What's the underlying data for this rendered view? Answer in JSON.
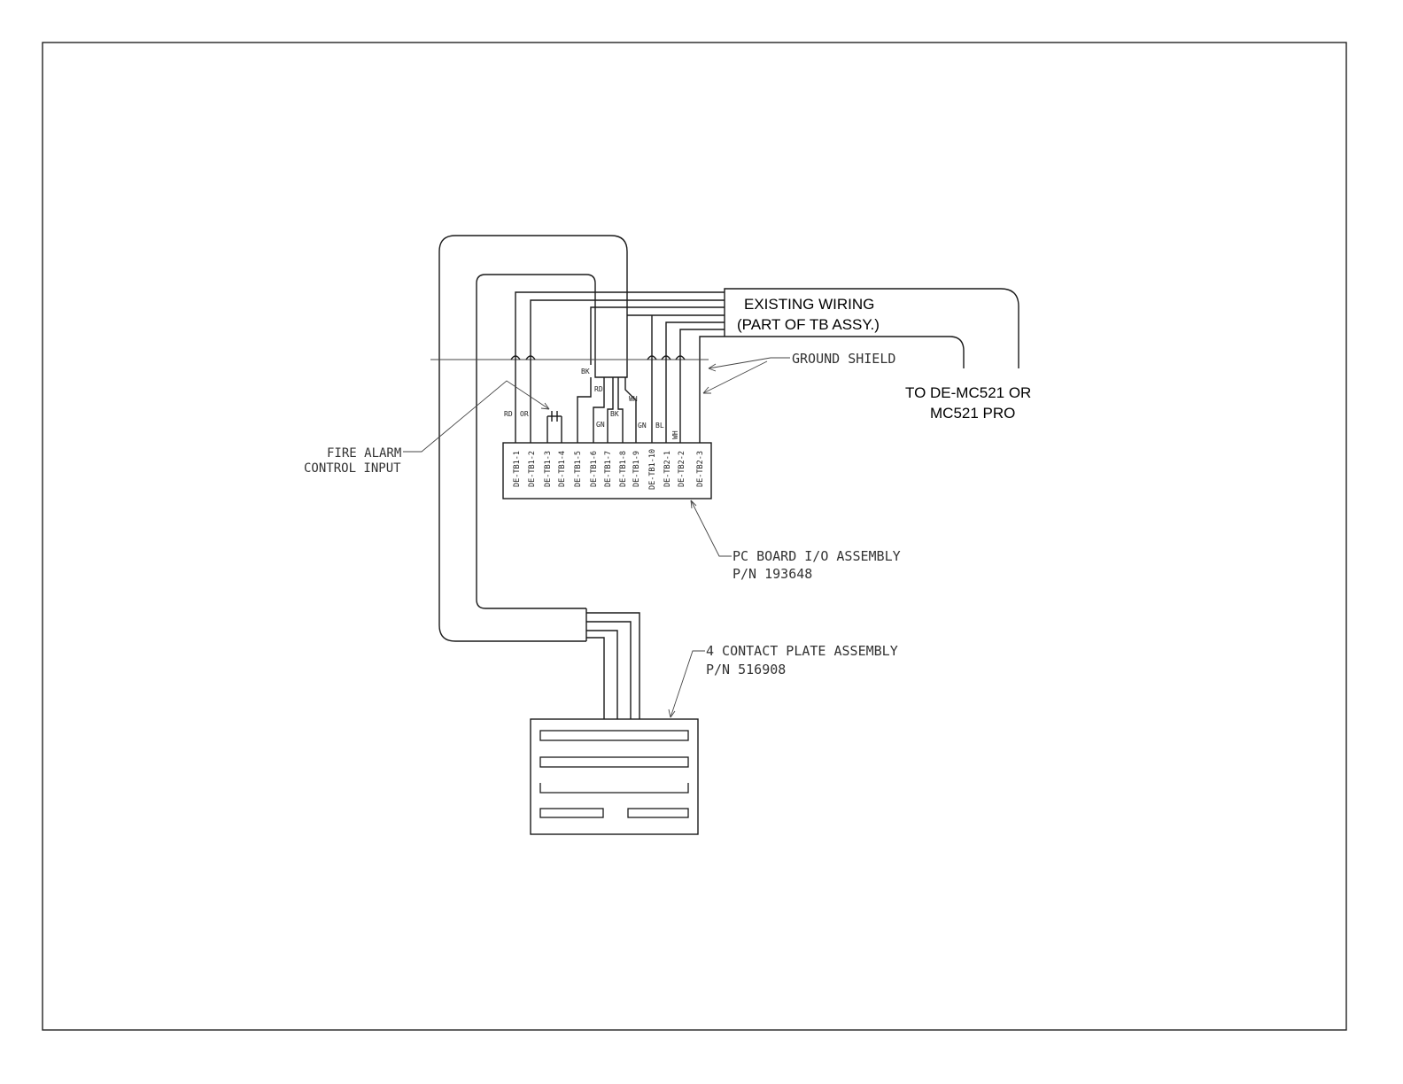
{
  "labels": {
    "existing_wiring_line1": "EXISTING WIRING",
    "existing_wiring_line2": "(PART OF TB ASSY.)",
    "to_mc521_line1": "TO DE-MC521  OR",
    "to_mc521_line2": "MC521 PRO",
    "ground_shield": "GROUND SHIELD",
    "fire_alarm_line1": "FIRE ALARM",
    "fire_alarm_line2": "CONTROL INPUT",
    "pc_board_line1": "PC BOARD I/O ASSEMBLY",
    "pc_board_line2": "P/N 193648",
    "contact_plate_line1": "4 CONTACT PLATE ASSEMBLY",
    "contact_plate_line2": "P/N 516908"
  },
  "terminals": [
    "DE-TB1-1",
    "DE-TB1-2",
    "DE-TB1-3",
    "DE-TB1-4",
    "DE-TB1-5",
    "DE-TB1-6",
    "DE-TB1-7",
    "DE-TB1-8",
    "DE-TB1-9",
    "DE-TB1-10",
    "DE-TB2-1",
    "DE-TB2-2",
    "DE-TB2-3"
  ],
  "wire_colors": {
    "rd": "RD",
    "or": "OR",
    "bk_top": "BK",
    "rd_mid": "RD",
    "wh_mid": "WH",
    "gn_left": "GN",
    "bk_low": "BK",
    "gn_right": "GN",
    "bl": "BL",
    "wh_low": "WH"
  }
}
